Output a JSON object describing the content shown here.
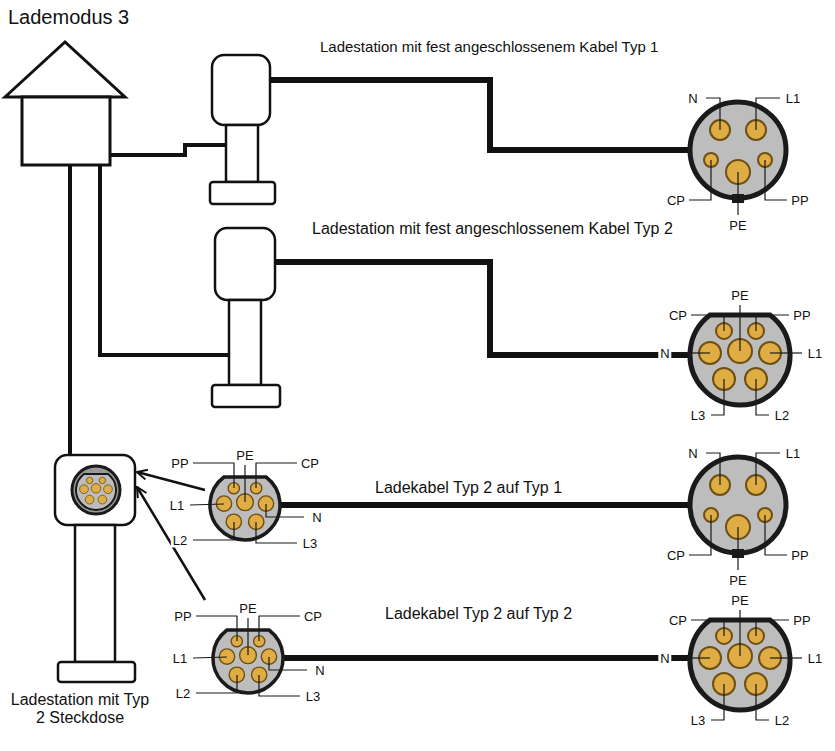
{
  "diagram": {
    "title": "Lademodus 3",
    "nodes": [
      {
        "text": [
          "Ladestation mit fest angeschlossenem Kabel Typ 1"
        ]
      },
      {
        "text": [
          "Ladestation mit fest angeschlossenem Kabel Typ 2"
        ]
      },
      {
        "text": [
          "Ladestation mit Typ 2 Steckdose"
        ]
      },
      {
        "text": [
          "Ladekabel Typ 2 auf Typ 1"
        ]
      },
      {
        "text": [
          "Ladekabel Typ 2 auf Typ 2"
        ]
      }
    ],
    "edges": [
      {
        "from": 3,
        "to": 2,
        "arrow": "to"
      },
      {
        "from": 4,
        "to": 2,
        "arrow": "to"
      }
    ],
    "labels": [
      "N",
      "L1",
      "CP",
      "PP",
      "PE",
      "PE",
      "CP",
      "PP",
      "N",
      "L1",
      "L3",
      "L2",
      "PE",
      "PP",
      "CP",
      "L1",
      "N",
      "L2",
      "L3",
      "N",
      "L1",
      "CP",
      "PP",
      "PE",
      "PE",
      "PP",
      "CP",
      "L1",
      "N",
      "L2",
      "L3",
      "PE",
      "CP",
      "PP",
      "N",
      "L1",
      "L3",
      "L2"
    ]
  }
}
